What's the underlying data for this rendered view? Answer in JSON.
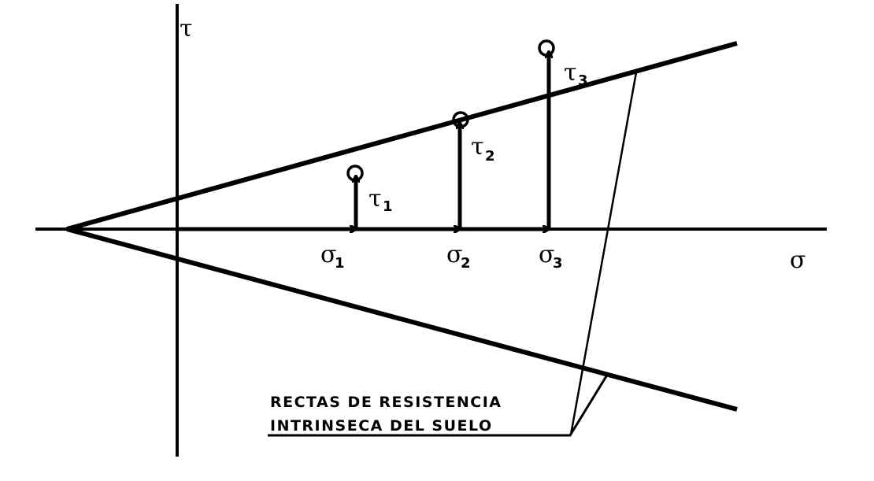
{
  "axes": {
    "tau": "τ",
    "sigma": "σ"
  },
  "points": [
    {
      "sigma": "σ",
      "sigma_sub": "1",
      "tau": "τ",
      "tau_sub": "1"
    },
    {
      "sigma": "σ",
      "sigma_sub": "2",
      "tau": "τ",
      "tau_sub": "2"
    },
    {
      "sigma": "σ",
      "sigma_sub": "3",
      "tau": "τ",
      "tau_sub": "3"
    }
  ],
  "caption": {
    "line1": "RECTAS DE RESISTENCIA",
    "line2": "INTRINSECA DEL SUELO"
  }
}
